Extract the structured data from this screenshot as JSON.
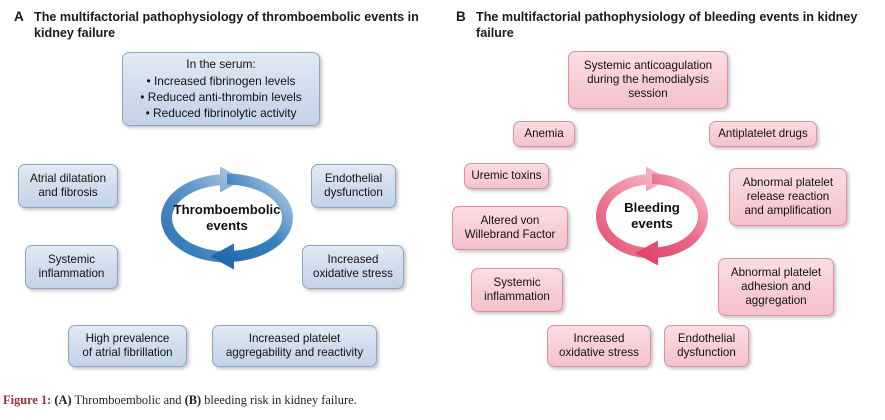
{
  "figure": {
    "caption_label": "Figure 1:",
    "caption_a_tag": "(A)",
    "caption_mid": " Thromboembolic and ",
    "caption_b_tag": "(B)",
    "caption_end": " bleeding risk in kidney failure.",
    "colors": {
      "blue_fill": "#cfdcec",
      "blue_border": "#8ba6c4",
      "blue_ring_dark": "#1f6cb0",
      "blue_ring_light": "#b7cde6",
      "pink_fill": "#f7ccd4",
      "pink_border": "#e08fa3",
      "pink_ring_dark": "#e0456b",
      "pink_ring_light": "#f6b9c4",
      "caption_label_color": "#9e2b3c"
    }
  },
  "panels": [
    {
      "id": "a",
      "letter": "A",
      "title": "The multifactorial pathophysiology of\nthromboembolic events in kidney failure",
      "center": {
        "label": "Thromboembolic\nevents"
      },
      "nodes": [
        {
          "name": "serum-factors",
          "text": "In the serum:\n• Increased fibrinogen levels\n• Reduced anti-thrombin levels\n• Reduced fibrinolytic activity"
        },
        {
          "name": "atrial-dilatation-and-fibrosis",
          "text": "Atrial dilatation\nand fibrosis"
        },
        {
          "name": "systemic-inflammation",
          "text": "Systemic\ninflammation"
        },
        {
          "name": "endothelial-dysfunction",
          "text": "Endothelial\ndysfunction"
        },
        {
          "name": "increased-oxidative-stress",
          "text": "Increased\noxidative stress"
        },
        {
          "name": "high-prevalence-of-atrial-fibrillation",
          "text": "High prevalence\nof atrial fibrillation"
        },
        {
          "name": "increased-platelet-aggregability-and-reactivity",
          "text": "Increased platelet\naggregability and reactivity"
        }
      ]
    },
    {
      "id": "b",
      "letter": "B",
      "title": "The multifactorial pathophysiology of\nbleeding events in kidney failure",
      "center": {
        "label": "Bleeding\nevents"
      },
      "nodes": [
        {
          "name": "systemic-anticoagulation-hemodialysis",
          "text": "Systemic anticoagulation\nduring the hemodialysis\nsession"
        },
        {
          "name": "anemia",
          "text": "Anemia"
        },
        {
          "name": "antiplatelet-drugs",
          "text": "Antiplatelet drugs"
        },
        {
          "name": "uremic-toxins",
          "text": "Uremic toxins"
        },
        {
          "name": "altered-von-willebrand-factor",
          "text": "Altered von\nWillebrand Factor"
        },
        {
          "name": "abnormal-platelet-release-reaction",
          "text": "Abnormal platelet\nrelease reaction\nand amplification"
        },
        {
          "name": "abnormal-platelet-adhesion-aggregation",
          "text": "Abnormal platelet\nadhesion and\naggregation"
        },
        {
          "name": "systemic-inflammation",
          "text": "Systemic\ninflammation"
        },
        {
          "name": "increased-oxidative-stress",
          "text": "Increased\noxidative stress"
        },
        {
          "name": "endothelial-dysfunction",
          "text": "Endothelial\ndysfunction"
        }
      ]
    }
  ]
}
